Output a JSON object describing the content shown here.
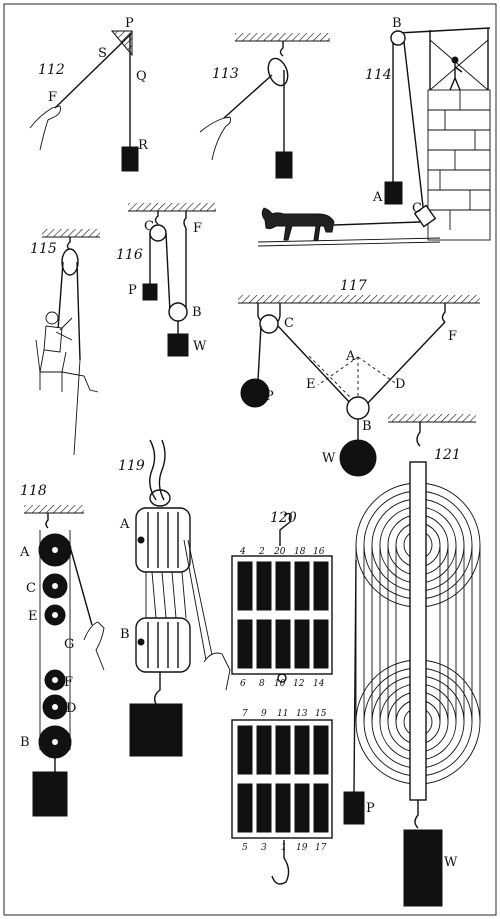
{
  "figures": {
    "f112": {
      "number": "112",
      "labels": {
        "P": "P",
        "S": "S",
        "Q": "Q",
        "F": "F",
        "R": "R"
      }
    },
    "f113": {
      "number": "113"
    },
    "f114": {
      "number": "114",
      "labels": {
        "B": "B",
        "A": "A",
        "C": "C"
      }
    },
    "f115": {
      "number": "115"
    },
    "f116": {
      "number": "116",
      "labels": {
        "C": "C",
        "F": "F",
        "P": "P",
        "B": "B",
        "W": "W"
      }
    },
    "f117": {
      "number": "117",
      "labels": {
        "C": "C",
        "A": "A",
        "F": "F",
        "E": "E",
        "D": "D",
        "P": "P",
        "B": "B",
        "W": "W"
      }
    },
    "f118": {
      "number": "118",
      "labels": {
        "A": "A",
        "C": "C",
        "E": "E",
        "G": "G",
        "F": "F",
        "D": "D",
        "B": "B"
      }
    },
    "f119": {
      "number": "119",
      "labels": {
        "A": "A",
        "B": "B"
      }
    },
    "f120": {
      "number": "120",
      "upper_top": [
        "4",
        "2",
        "20",
        "18",
        "16"
      ],
      "upper_bottom": [
        "6",
        "8",
        "10",
        "12",
        "14"
      ],
      "lower_top": [
        "7",
        "9",
        "11",
        "13",
        "15"
      ],
      "lower_bottom": [
        "5",
        "3",
        "1",
        "19",
        "17"
      ]
    },
    "f121": {
      "number": "121",
      "labels": {
        "P": "P",
        "W": "W"
      }
    }
  }
}
